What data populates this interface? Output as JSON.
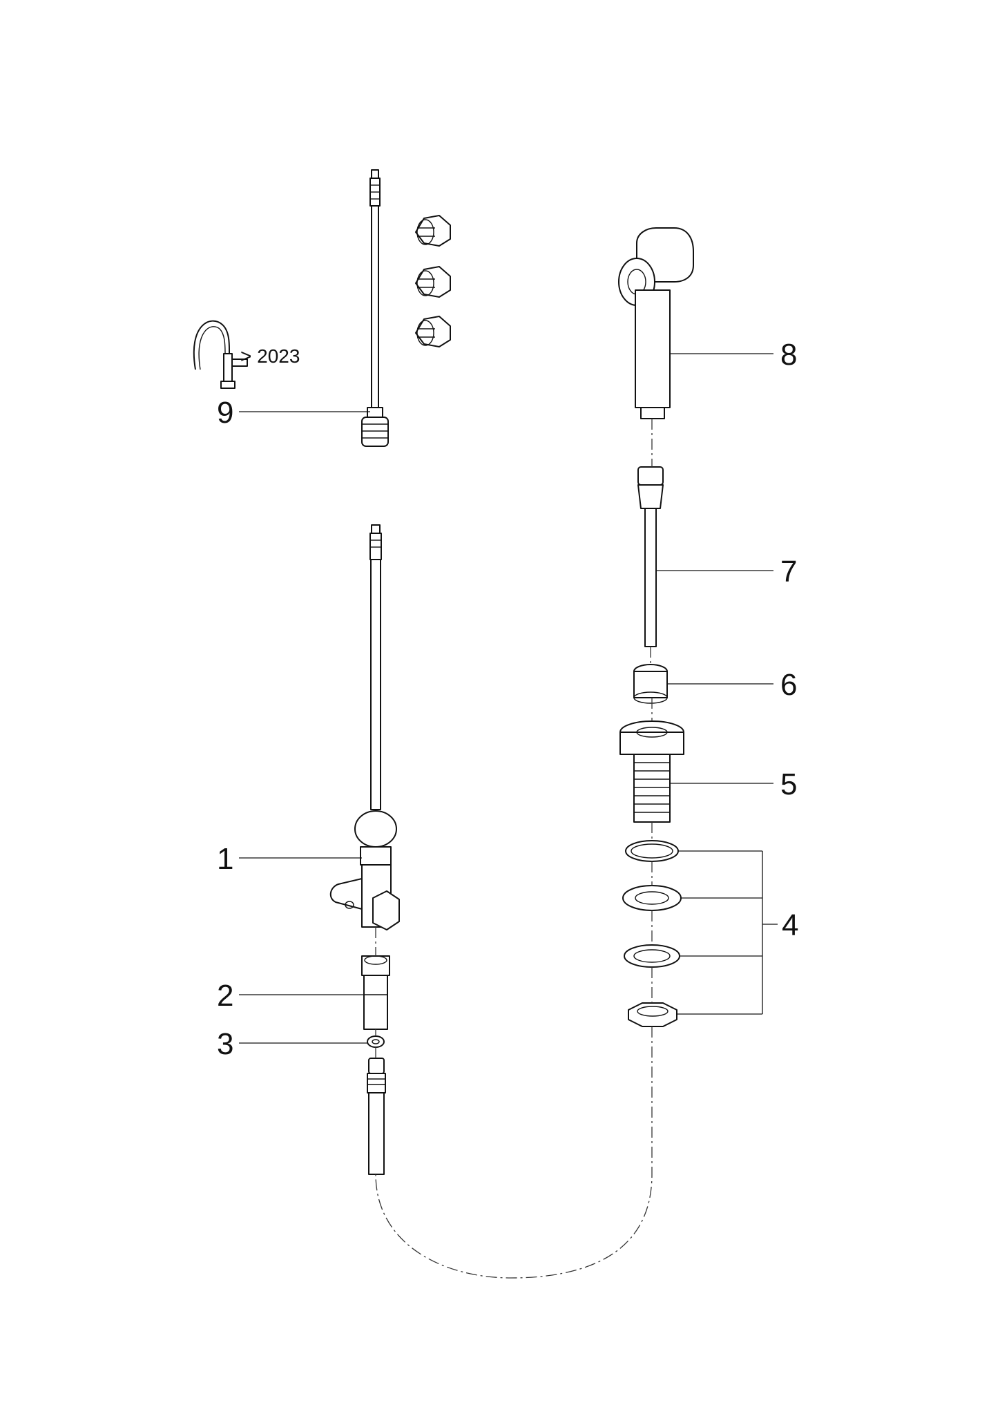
{
  "callouts": {
    "c1": "1",
    "c2": "2",
    "c3": "3",
    "c4": "4",
    "c5": "5",
    "c6": "6",
    "c7": "7",
    "c8": "8",
    "c9": "9"
  },
  "note": {
    "version": "> 2023"
  },
  "colors": {
    "line": "#111111",
    "background": "#ffffff"
  }
}
